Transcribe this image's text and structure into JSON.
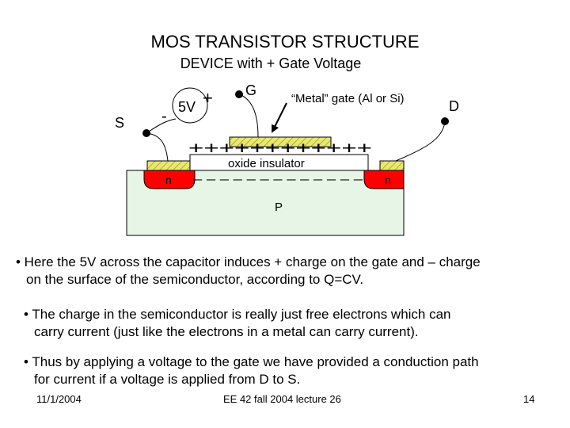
{
  "slide": {
    "title": "MOS TRANSISTOR STRUCTURE",
    "subtitle": "DEVICE with + Gate Voltage"
  },
  "diagram": {
    "source_label": "S",
    "drain_label": "D",
    "gate_label": "G",
    "voltage_label": "5V",
    "battery_plus": "+",
    "battery_minus": "-",
    "metal_gate_label": "“Metal” gate (Al or Si)",
    "oxide_label": "oxide insulator",
    "n_left": "n",
    "n_right": "n",
    "p_label": "P",
    "gate_charges": "++++++++++++",
    "channel_charges": "– – – –   – – – – – – – – –",
    "colors": {
      "substrate": "#e6f5e6",
      "n_region": "#ff0000",
      "contact": "#d4d45c",
      "gate_metal": "#dcdc6a"
    }
  },
  "bullets": [
    {
      "line1": "• Here the 5V across the capacitor induces + charge on the gate and – charge",
      "line2": "on the surface of the semiconductor, according to Q=CV."
    },
    {
      "line1": "• The charge in the semiconductor is really just free electrons which can",
      "line2": "carry current (just like the electrons in a metal can carry current)."
    },
    {
      "line1": "•  Thus by applying a voltage to the gate we have provided a conduction path",
      "line2": "for current if a voltage is applied from D to S."
    }
  ],
  "footer": {
    "date": "11/1/2004",
    "course": "EE 42 fall 2004 lecture 26",
    "page": "14"
  }
}
